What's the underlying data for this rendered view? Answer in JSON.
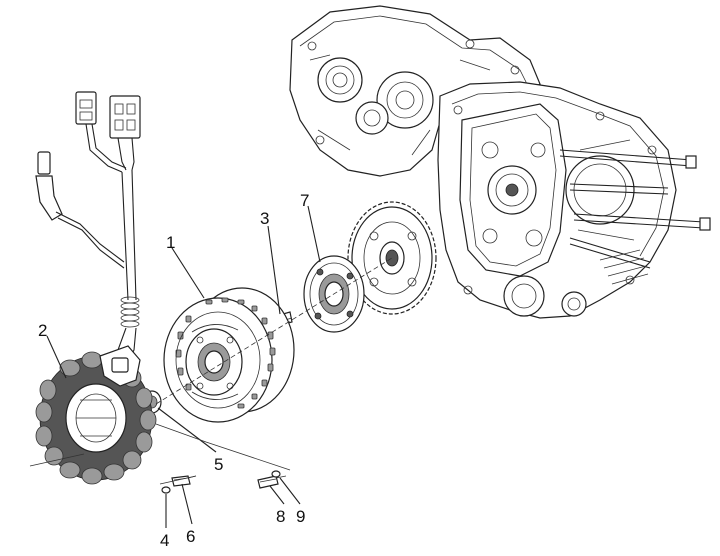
{
  "callouts": [
    {
      "id": "1",
      "text": "1"
    },
    {
      "id": "2",
      "text": "2"
    },
    {
      "id": "3",
      "text": "3"
    },
    {
      "id": "4",
      "text": "4"
    },
    {
      "id": "5",
      "text": "5"
    },
    {
      "id": "6",
      "text": "6"
    },
    {
      "id": "7",
      "text": "7"
    },
    {
      "id": "8",
      "text": "8"
    },
    {
      "id": "9",
      "text": "9"
    }
  ],
  "parts": {
    "crankcase": "crankcase-housing",
    "flywheel": "flywheel-rotor",
    "stator": "stator-coil",
    "wiring": "stator-wiring-harness",
    "key": "woodruff-key",
    "freewheel": "starter-freewheel",
    "starter_gear": "starter-driven-gear"
  }
}
